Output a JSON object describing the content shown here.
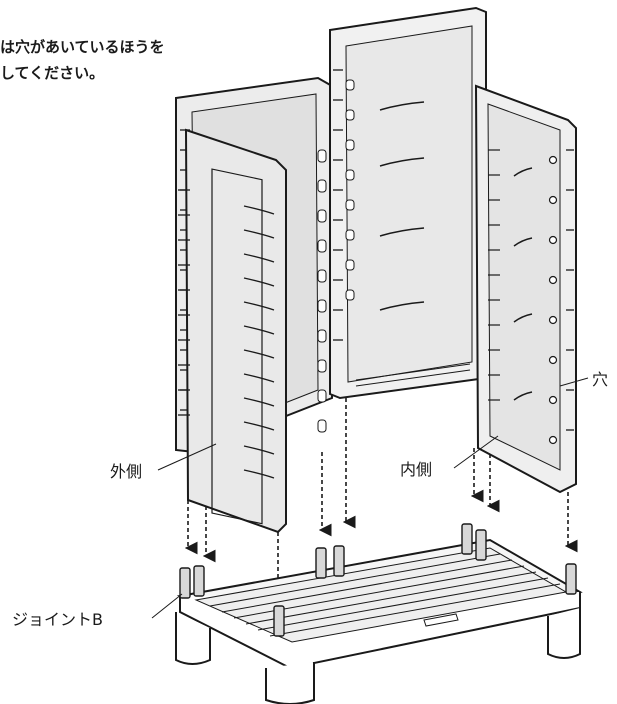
{
  "instruction": {
    "line1": "は穴があいているほうを",
    "line2": "してください。"
  },
  "labels": {
    "outer_side": "外側",
    "inner_side": "内側",
    "hole": "穴",
    "joint_b": "ジョイントB"
  }
}
